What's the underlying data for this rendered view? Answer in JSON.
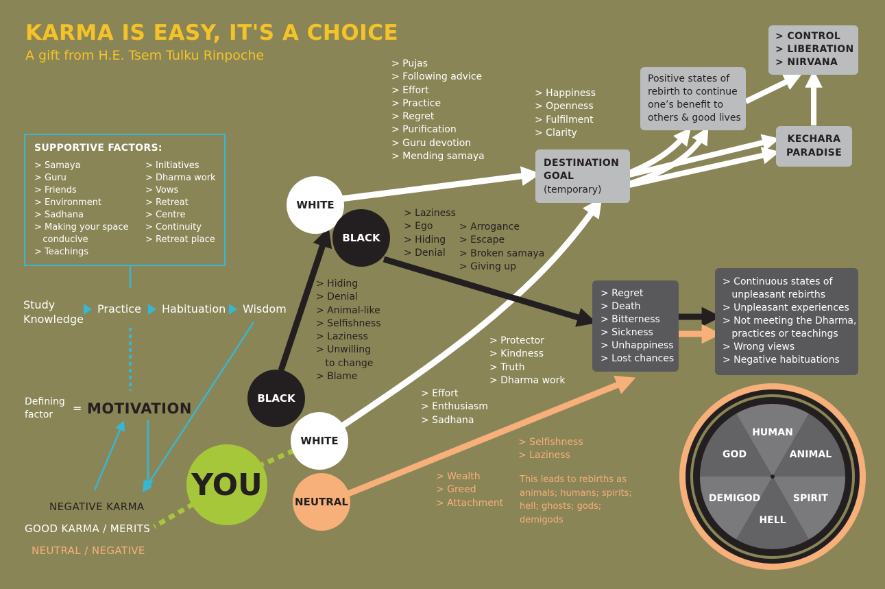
{
  "header": {
    "title": "KARMA IS EASY, IT'S A CHOICE",
    "subtitle": "A gift from H.E. Tsem Tulku Rinpoche"
  },
  "supportive_factors": {
    "title": "SUPPORTIVE FACTORS:",
    "col1": [
      "> Samaya",
      "> Guru",
      "> Friends",
      "> Environment",
      "> Sadhana",
      "> Making your space",
      "   conducive",
      "> Teachings"
    ],
    "col2": [
      "> Initiatives",
      "> Dharma work",
      "> Vows",
      "> Retreat",
      "> Centre",
      "> Continuity",
      "> Retreat place"
    ]
  },
  "learning_flow": {
    "study": "Study",
    "knowledge": "Knowledge",
    "practice": "Practice",
    "habituation": "Habituation",
    "wisdom": "Wisdom"
  },
  "motivation": {
    "defining": "Defining",
    "factor": "factor",
    "equals": "=",
    "label": "MOTIVATION"
  },
  "legend": {
    "negative": "NEGATIVE KARMA",
    "good": "GOOD KARMA / MERITS",
    "neutral": "NEUTRAL / NEGATIVE"
  },
  "nodes": {
    "you": "YOU",
    "white_lower": "WHITE",
    "black_lower": "BLACK",
    "neutral": "NEUTRAL",
    "white_upper": "WHITE",
    "black_upper": "BLACK"
  },
  "lists": {
    "purification": [
      "> Pujas",
      "> Following advice",
      "> Effort",
      "> Practice",
      "> Regret",
      "> Purification",
      "> Guru devotion",
      "> Mending samaya"
    ],
    "happiness": [
      "> Happiness",
      "> Openness",
      "> Fulfilment",
      "> Clarity"
    ],
    "laziness": [
      "> Laziness",
      "> Ego",
      "> Hiding",
      "> Denial"
    ],
    "arrogance": [
      "> Arrogance",
      "> Escape",
      "> Broken samaya",
      "> Giving up"
    ],
    "hiding": [
      "> Hiding",
      "> Denial",
      "> Animal-like",
      "> Selfishness",
      "> Laziness",
      "> Unwilling",
      "   to change",
      "> Blame"
    ],
    "protector": [
      "> Protector",
      "> Kindness",
      "> Truth",
      "> Dharma work"
    ],
    "effort": [
      "> Effort",
      "> Enthusiasm",
      "> Sadhana"
    ],
    "selfishness": [
      "> Selfishness",
      "> Laziness"
    ],
    "wealth": [
      "> Wealth",
      "> Greed",
      "> Attachment"
    ]
  },
  "rebirth_note": {
    "lines": [
      "This leads to rebirths as",
      "animals; humans; spirits;",
      "hell; ghosts; gods;",
      "demigods"
    ]
  },
  "boxes": {
    "destination": {
      "line1": "DESTINATION",
      "line2": "GOAL",
      "line3": "(temporary)"
    },
    "positive": {
      "lines": [
        "Positive states of",
        "rebirth to continue",
        "one’s benefit to",
        "others & good lives"
      ]
    },
    "control": {
      "lines": [
        "> CONTROL",
        "> LIBERATION",
        "> NIRVANA"
      ]
    },
    "kechara": {
      "line1": "KECHARA",
      "line2": "PARADISE"
    },
    "regret": {
      "lines": [
        "> Regret",
        "> Death",
        "> Bitterness",
        "> Sickness",
        "> Unhappiness",
        "> Lost chances"
      ]
    },
    "continuous": {
      "lines": [
        "> Continuous states of",
        "   unpleasant rebirths",
        "> Unpleasant experiences",
        "> Not meeting the Dharma,",
        "   practices or teachings",
        "> Wrong views",
        "> Negative habituations"
      ]
    }
  },
  "wheel": {
    "segments": [
      "HUMAN",
      "ANIMAL",
      "SPIRIT",
      "HELL",
      "DEMIGOD",
      "GOD"
    ]
  },
  "colors": {
    "background": "#8a8556",
    "title": "#f5c328",
    "cyan": "#36b7d4",
    "green": "#a6c73a",
    "orange": "#f7b07a",
    "dark": "#231f20",
    "box_light": "#bbbcbe",
    "box_dark": "#59595b"
  }
}
